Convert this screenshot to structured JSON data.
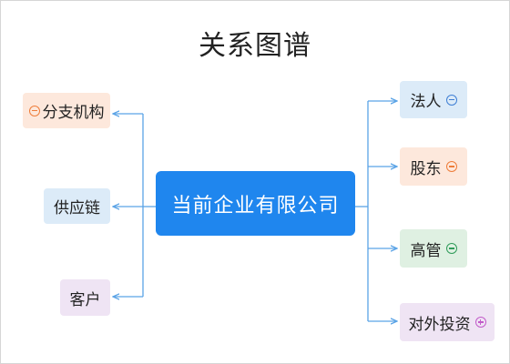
{
  "diagram": {
    "title": "关系图谱",
    "center": {
      "label": "当前企业有限公司"
    },
    "left_nodes": [
      {
        "label": "分支机构",
        "toggle": "collapse",
        "toggle_color": "#ee7d3a",
        "bg": "#fde8dc"
      },
      {
        "label": "供应链",
        "toggle": null,
        "bg": "#dcebf8"
      },
      {
        "label": "客户",
        "toggle": null,
        "bg": "#efe4f4"
      }
    ],
    "right_nodes": [
      {
        "label": "法人",
        "toggle": "collapse",
        "toggle_color": "#3f7fd4",
        "bg": "#dcebf8"
      },
      {
        "label": "股东",
        "toggle": "collapse",
        "toggle_color": "#ee7d3a",
        "bg": "#fde8dc"
      },
      {
        "label": "高管",
        "toggle": "collapse",
        "toggle_color": "#2f9b59",
        "bg": "#dff0e2"
      },
      {
        "label": "对外投资",
        "toggle": "expand",
        "toggle_color": "#c25bc9",
        "bg": "#efe4f4"
      }
    ],
    "link_color": "#5aa3e6"
  }
}
